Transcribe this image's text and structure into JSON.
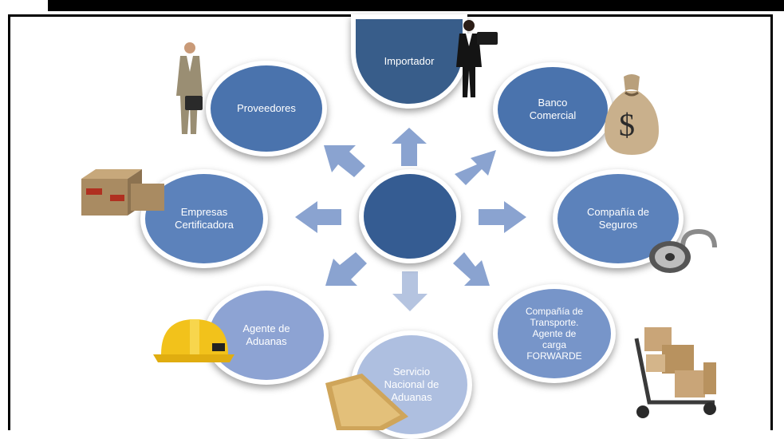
{
  "nodes": {
    "center": "",
    "importador": "Importador",
    "proveedores": "Proveedores",
    "banco": "Banco\nComercial",
    "empresas": "Empresas\nCertificadora",
    "seguros": "Compañía de\nSeguros",
    "agente_aduanas": "Agente de\nAduanas",
    "servicio": "Servicio\nNacional de\nAduanas",
    "transporte": "Compañía de\nTransporte.\nAgente de\ncarga\nFORWARDE"
  },
  "colors": {
    "dark_blue": "#385d8a",
    "mid_blue": "#4a73ad",
    "light_blue": "#6f8fc4",
    "pale_blue": "#9aaed6",
    "paler_blue": "#b2c1e0",
    "arrow": "#8aa3d0"
  },
  "cliparts": [
    "businessman-icon",
    "businesswoman-icon",
    "money-bag-icon",
    "boxes-icon",
    "padlock-icon",
    "hard-hat-icon",
    "document-icon",
    "hand-truck-icon"
  ]
}
